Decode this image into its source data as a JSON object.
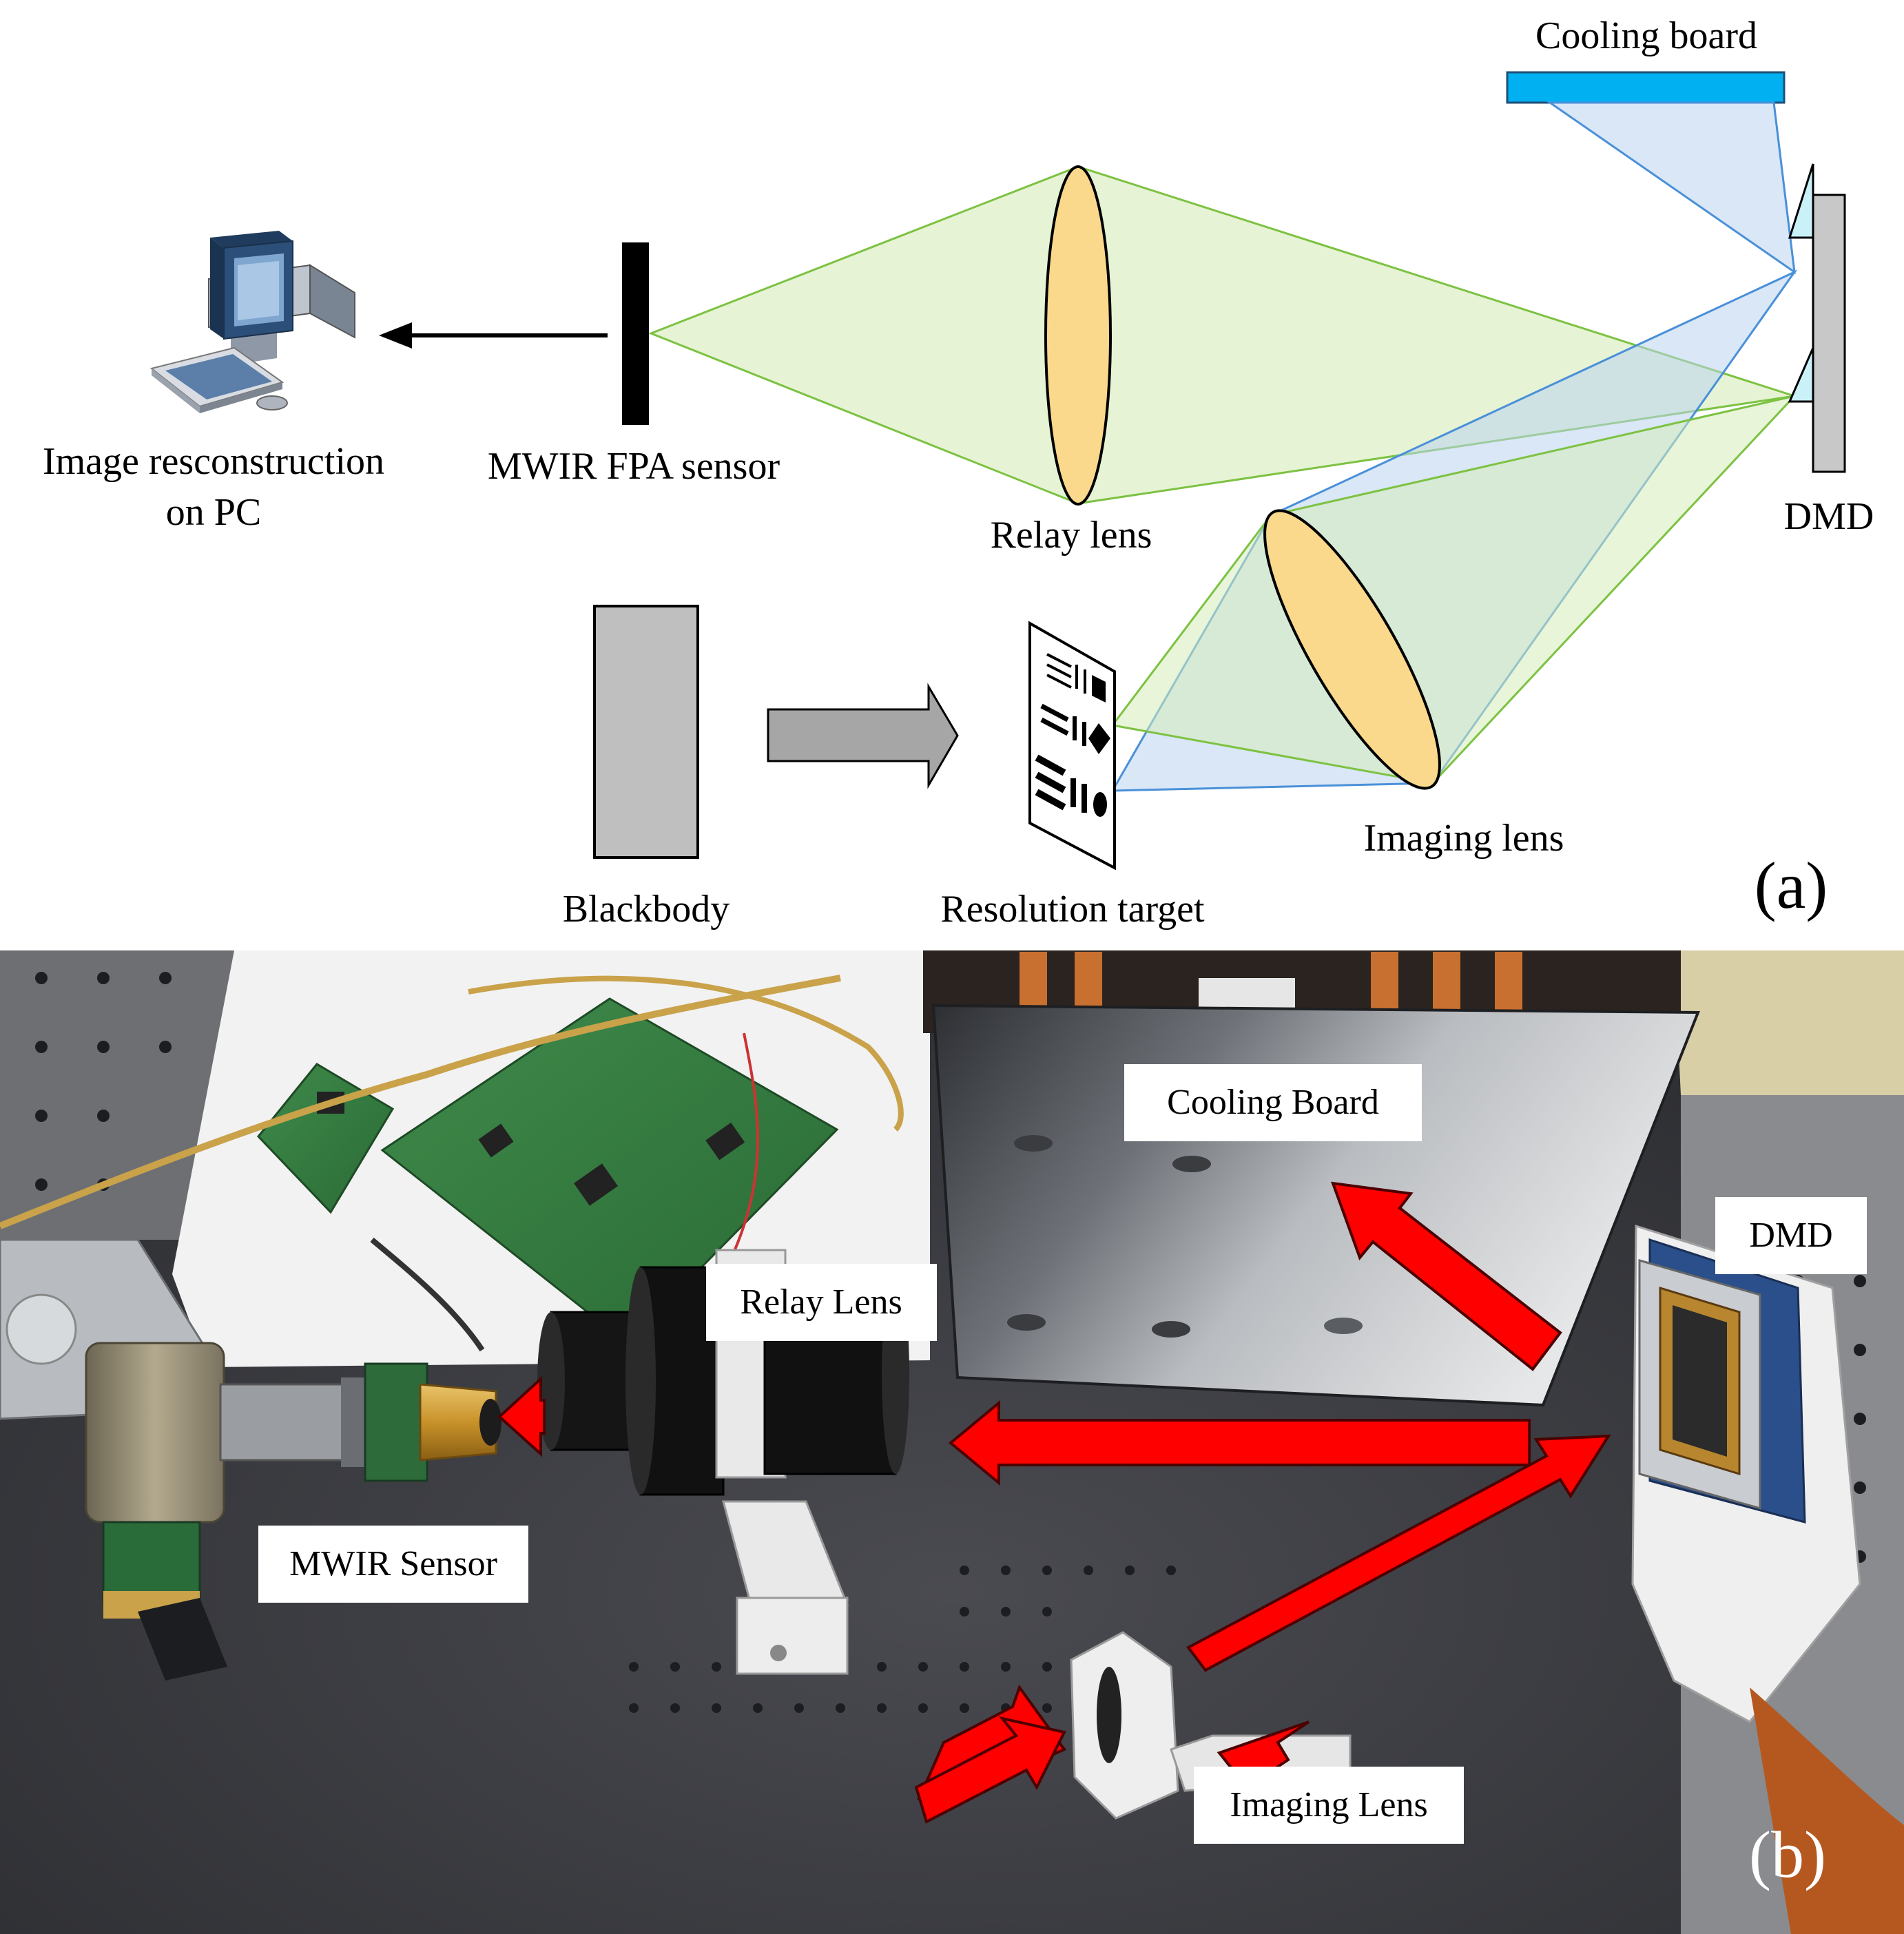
{
  "panel_a": {
    "labels": {
      "cooling_board": "Cooling board",
      "dmd": "DMD",
      "relay_lens": "Relay lens",
      "imaging_lens": "Imaging lens",
      "fpa_sensor": "MWIR FPA sensor",
      "pc_line1": "Image resconstruction",
      "pc_line2": "on PC",
      "blackbody": "Blackbody",
      "resolution_target": "Resolution target",
      "panel_tag": "(a)"
    },
    "colors": {
      "green_beam": "#7dc242",
      "green_fill": "#d5ecb9",
      "blue_beam": "#4a90d9",
      "blue_fill": "#b9d4ee",
      "lens_fill": "#fbd98c",
      "cooling_board": "#00b0f0",
      "dmd_mirror": "#c9f1f7",
      "blackbody": "#bfbfbf",
      "arrow_gray": "#a6a6a6"
    }
  },
  "panel_b": {
    "labels": {
      "cooling_board": "Cooling Board",
      "dmd": "DMD",
      "relay_lens": "Relay Lens",
      "mwir_sensor": "MWIR Sensor",
      "imaging_lens": "Imaging Lens",
      "panel_tag": "(b)"
    },
    "colors": {
      "arrow_red": "#ff0000",
      "table": "#3c3d42",
      "label_bg": "#ffffff"
    }
  }
}
